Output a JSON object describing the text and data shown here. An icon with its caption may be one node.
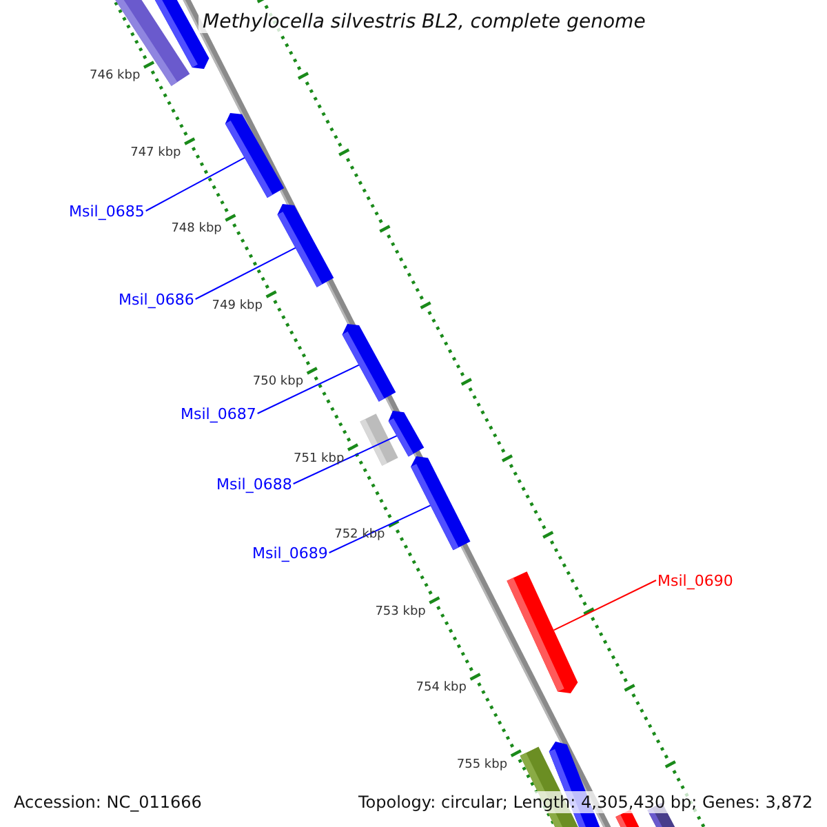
{
  "diagram": {
    "title": "Methylocella silvestris BL2, complete genome",
    "nodes": [
      {
        "text": [
          "Msil_0685"
        ]
      },
      {
        "text": [
          "Msil_0686"
        ]
      },
      {
        "text": [
          "Msil_0687"
        ]
      },
      {
        "text": [
          "Msil_0688"
        ]
      },
      {
        "text": [
          "Msil_0689"
        ]
      },
      {
        "text": [
          "Msil_0690"
        ]
      },
      {
        "text": [],
        "shape": "bar"
      },
      {
        "text": [],
        "shape": "bar"
      },
      {
        "text": [],
        "shape": "bar"
      },
      {
        "text": [],
        "shape": "bar"
      },
      {
        "text": [],
        "shape": "bar"
      },
      {
        "text": [],
        "shape": "bar"
      },
      {
        "text": [],
        "shape": "bar"
      },
      {
        "text": [],
        "shape": "bar"
      },
      {
        "text": [],
        "shape": "bar"
      },
      {
        "text": [],
        "shape": "bar"
      },
      {
        "text": [],
        "shape": "bar"
      },
      {
        "text": [],
        "shape": "bar"
      },
      {
        "text": [],
        "shape": "bar"
      }
    ],
    "edges": [
      {
        "from": 0,
        "to": 8,
        "arrow": "none"
      },
      {
        "from": 1,
        "to": 9,
        "arrow": "none"
      },
      {
        "from": 2,
        "to": 10,
        "arrow": "none"
      },
      {
        "from": 3,
        "to": 11,
        "arrow": "none"
      },
      {
        "from": 4,
        "to": 13,
        "arrow": "none"
      },
      {
        "from": 5,
        "to": 14,
        "arrow": "none",
        "color": "#ff0000"
      }
    ],
    "labels": [
      "746 kbp",
      "747 kbp",
      "748 kbp",
      "749 kbp",
      "750 kbp",
      "751 kbp",
      "752 kbp",
      "753 kbp",
      "754 kbp",
      "755 kbp",
      "Accession: NC_011666",
      "Topology: circular; Length: 4,305,430 bp; Genes: 3,872"
    ]
  }
}
